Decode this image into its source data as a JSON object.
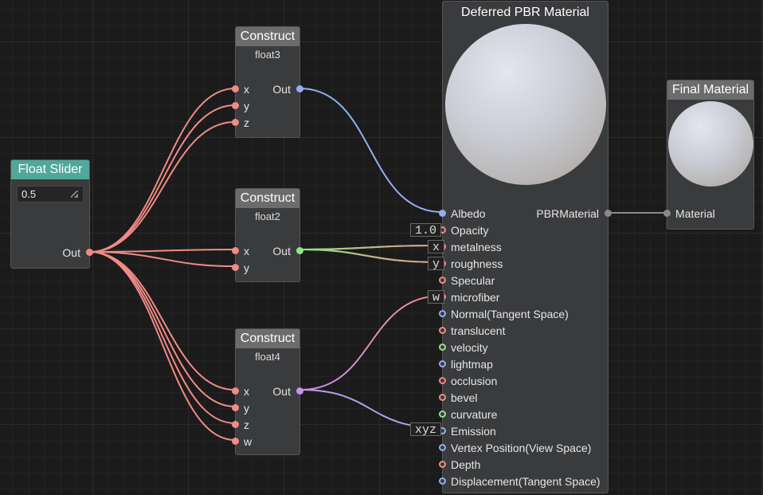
{
  "colors": {
    "float": "#f08b86",
    "float3": "#94aef0",
    "float2": "#93e48c",
    "float4": "#c595ee",
    "material": "#8a8a8a"
  },
  "nodes": {
    "float_slider": {
      "title": "Float Slider",
      "value": "0.5",
      "out": "Out"
    },
    "float3": {
      "title": "Construct",
      "subtitle": "float3",
      "inputs": [
        "x",
        "y",
        "z"
      ],
      "out": "Out"
    },
    "float2": {
      "title": "Construct",
      "subtitle": "float2",
      "inputs": [
        "x",
        "y"
      ],
      "out": "Out"
    },
    "float4": {
      "title": "Construct",
      "subtitle": "float4",
      "inputs": [
        "x",
        "y",
        "z",
        "w"
      ],
      "out": "Out"
    },
    "pbr": {
      "title": "Deferred PBR Material",
      "output": "PBRMaterial",
      "inputs": [
        "Albedo",
        "Opacity",
        "metalness",
        "roughness",
        "Specular",
        "microfiber",
        "Normal(Tangent Space)",
        "translucent",
        "velocity",
        "lightmap",
        "occlusion",
        "bevel",
        "curvature",
        "Emission",
        "Vertex Position(View Space)",
        "Depth",
        "Displacement(Tangent Space)"
      ],
      "tags": {
        "opacity": "1.0",
        "metalness": "x",
        "roughness": "y",
        "microfiber": "w",
        "emission": "xyz"
      }
    },
    "final": {
      "title": "Final Material",
      "input": "Material"
    }
  }
}
